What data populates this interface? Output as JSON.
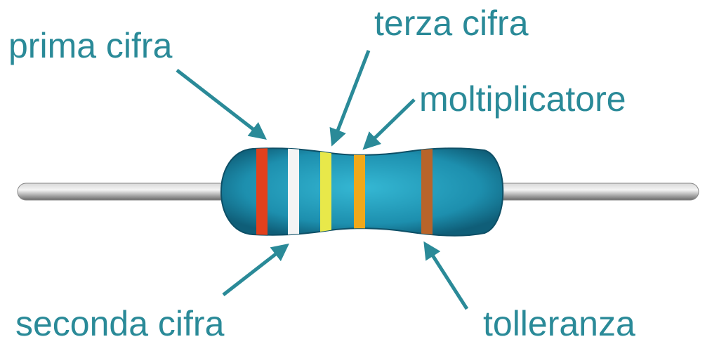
{
  "labels": {
    "first_digit": "prima cifra",
    "second_digit": "seconda cifra",
    "third_digit": "terza cifra",
    "multiplier": "moltiplicatore",
    "tolerance": "tolleranza"
  },
  "colors": {
    "text": "#2a8a98",
    "body": "#1e8eac",
    "band_first": "#e2401c",
    "band_second": "#f4f4f4",
    "band_third": "#e8e84a",
    "band_multiplier": "#f0a81a",
    "band_tolerance": "#b8642a"
  }
}
